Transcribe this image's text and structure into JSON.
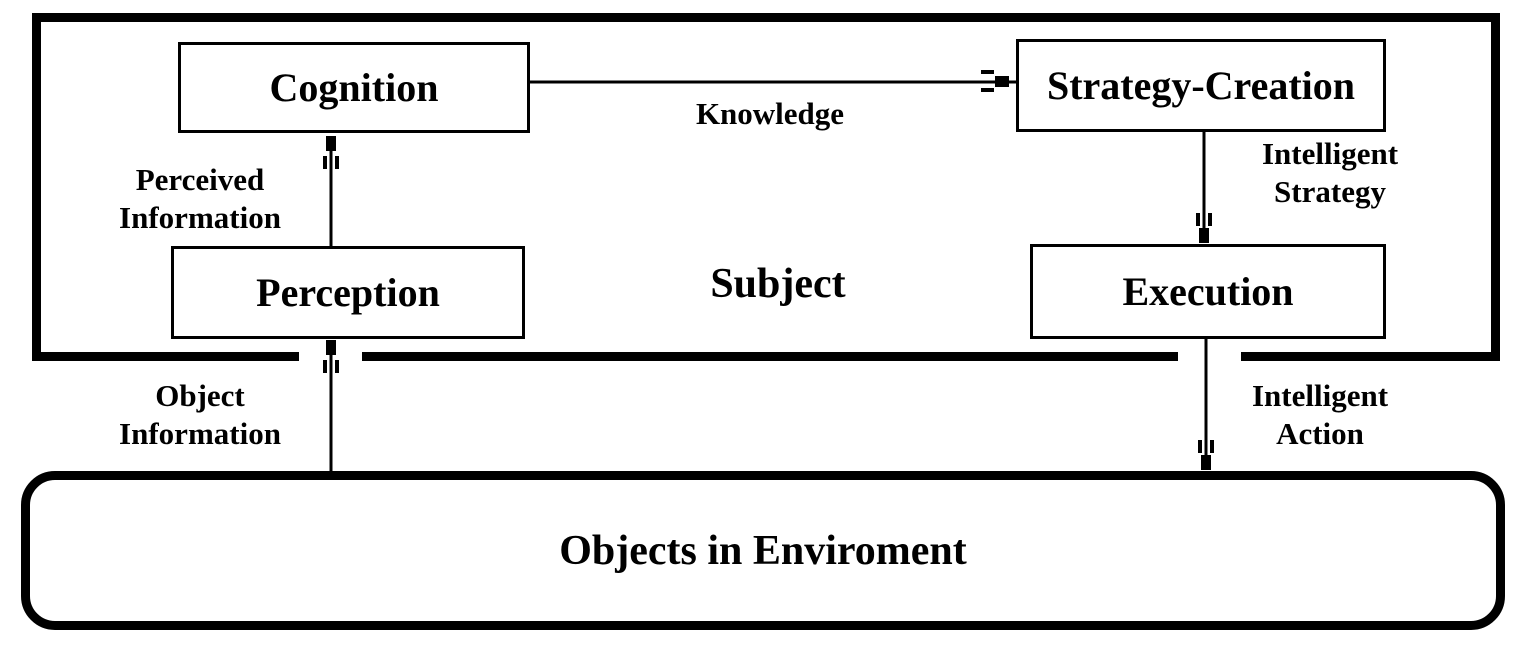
{
  "diagram": {
    "subject_label": "Subject",
    "boxes": {
      "cognition": "Cognition",
      "strategy_creation": "Strategy-Creation",
      "perception": "Perception",
      "execution": "Execution"
    },
    "environment_label": "Objects in Enviroment",
    "arrow_labels": {
      "knowledge": "Knowledge",
      "perceived_information_line1": "Perceived",
      "perceived_information_line2": "Information",
      "intelligent_strategy_line1": "Intelligent",
      "intelligent_strategy_line2": "Strategy",
      "object_information_line1": "Object",
      "object_information_line2": "Information",
      "intelligent_action_line1": "Intelligent",
      "intelligent_action_line2": "Action"
    },
    "colors": {
      "ink": "#000000",
      "background": "#ffffff"
    }
  }
}
